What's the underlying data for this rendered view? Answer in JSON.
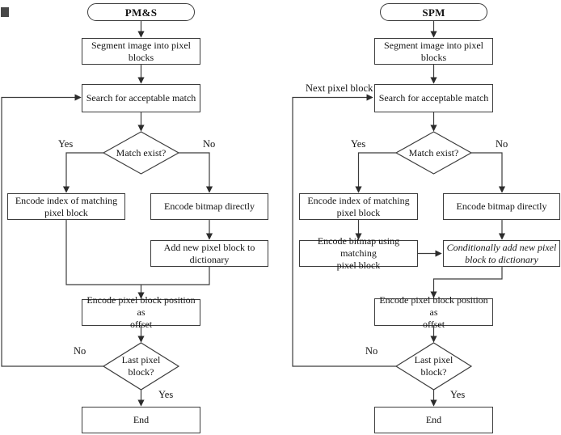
{
  "colors": {
    "background": "#ffffff",
    "line": "#3c3c3c",
    "text": "#141414"
  },
  "left_chart": {
    "title": "PM&S",
    "nodes": {
      "segment": "Segment image into pixel\nblocks",
      "search": "Search for acceptable match",
      "match_decision": "Match exist?",
      "encode_index": "Encode index of matching\npixel block",
      "encode_bitmap": "Encode bitmap directly",
      "add_dictionary": "Add new pixel block to\ndictionary",
      "encode_position": "Encode pixel block position as\noffset",
      "last_decision": "Last pixel\nblock?",
      "end": "End"
    },
    "edge_labels": {
      "match_yes": "Yes",
      "match_no": "No",
      "last_no": "No",
      "last_yes": "Yes"
    }
  },
  "right_chart": {
    "title": "SPM",
    "nodes": {
      "segment": "Segment image into pixel\nblocks",
      "search": "Search for acceptable match",
      "match_decision": "Match exist?",
      "encode_index": "Encode index of matching\npixel block",
      "encode_bitmap": "Encode bitmap directly",
      "encode_bitmap_matching": "Encode bitmap using matching\npixel block",
      "conditional_dictionary": "Conditionally add new pixel\nblock to dictionary",
      "encode_position": "Encode pixel block position as\noffset",
      "last_decision": "Last pixel\nblock?",
      "end": "End"
    },
    "edge_labels": {
      "next_block": "Next pixel block",
      "match_yes": "Yes",
      "match_no": "No",
      "last_no": "No",
      "last_yes": "Yes"
    }
  }
}
